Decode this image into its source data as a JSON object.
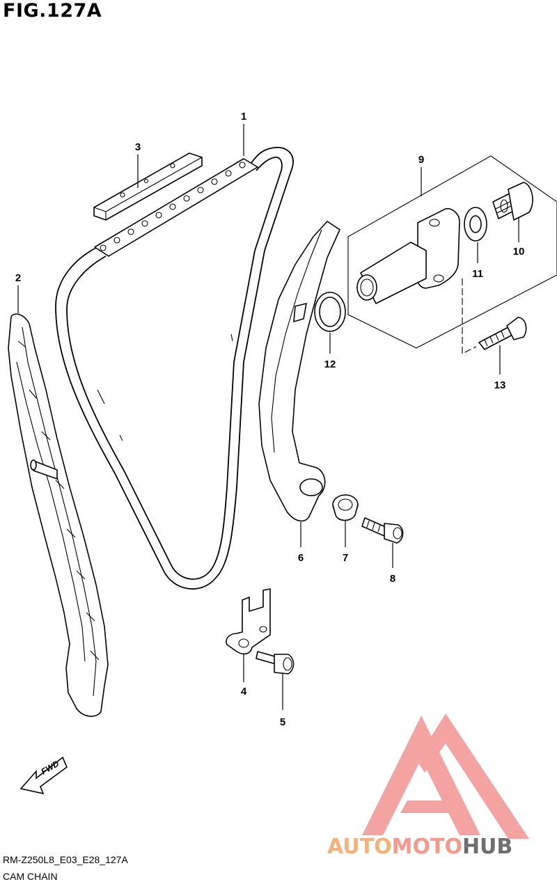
{
  "figure": {
    "title": "FIG.127A",
    "model_code": "RM-Z250L8_E03_E28_127A",
    "section_name": "CAM CHAIN"
  },
  "callouts": [
    "1",
    "2",
    "3",
    "4",
    "5",
    "6",
    "7",
    "8",
    "9",
    "10",
    "11",
    "12",
    "13"
  ],
  "fwd_label": "FWD",
  "watermark": {
    "text_auto": "AUTO",
    "text_moto": "MOTO",
    "text_hub": "HUB",
    "color_auto": "#f3b27a",
    "color_moto": "#f29a8c",
    "color_hub": "#6e6e6e",
    "logo_color": "#f29a98"
  }
}
